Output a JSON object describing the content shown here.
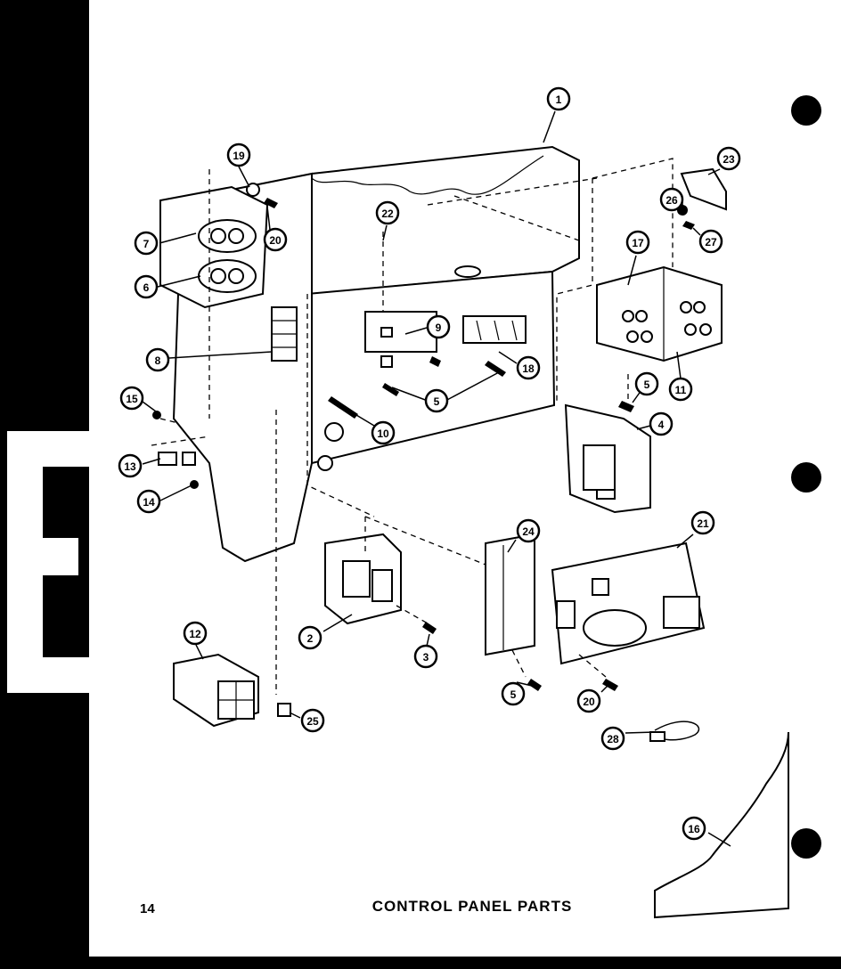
{
  "page": {
    "page_number": "14",
    "caption": "CONTROL PANEL PARTS",
    "section_tab_letter": "E"
  },
  "callouts": {
    "c1": "1",
    "c2": "2",
    "c3": "3",
    "c4": "4",
    "c5a": "5",
    "c5b": "5",
    "c5c": "5",
    "c6": "6",
    "c7": "7",
    "c8": "8",
    "c9": "9",
    "c10": "10",
    "c11": "11",
    "c12": "12",
    "c13": "13",
    "c14": "14",
    "c15": "15",
    "c16": "16",
    "c17": "17",
    "c18": "18",
    "c19": "19",
    "c20a": "20",
    "c20b": "20",
    "c21": "21",
    "c22": "22",
    "c23": "23",
    "c24": "24",
    "c25": "25",
    "c26": "26",
    "c27": "27",
    "c28": "28"
  },
  "colors": {
    "ink": "#000000",
    "paper": "#ffffff"
  }
}
